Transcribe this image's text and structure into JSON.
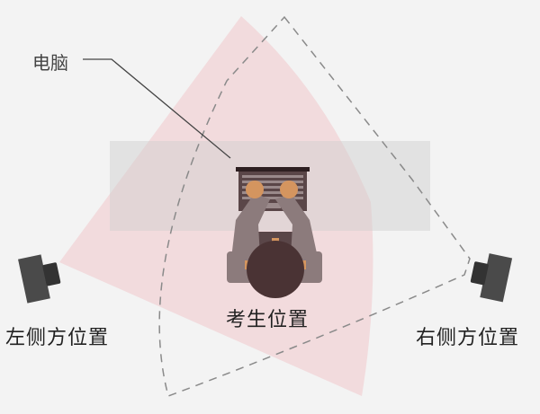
{
  "labels": {
    "computer": "电脑",
    "candidate_position": "考生位置",
    "left_side_position": "左侧方位置",
    "right_side_position": "右侧方位置"
  },
  "colors": {
    "background": "#f3f3f3",
    "left_camera_cone": "#f1d9db",
    "desk": "#dcdcdc",
    "camera_body": "#4a4a4a",
    "person_head": "#4a3334",
    "person_arms": "#8c7b7c",
    "hands": "#d4955f",
    "laptop": "#3a2a2c",
    "dashed_line": "#8a8a8a"
  }
}
